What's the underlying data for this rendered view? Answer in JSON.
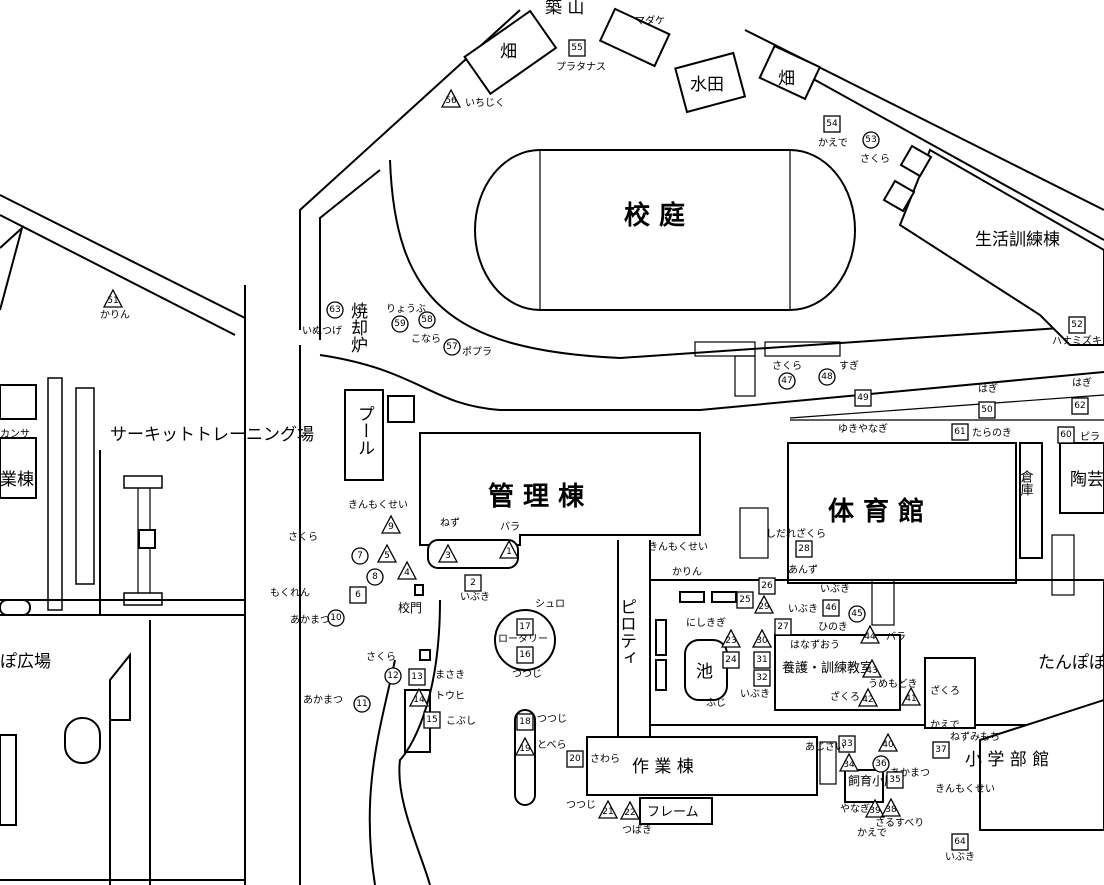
{
  "areas": {
    "hill": "築 山",
    "field1": "畑",
    "field2": "畑",
    "paddy": "水田",
    "schoolyard": "校 庭",
    "training_bldg": "生活訓練棟",
    "incinerator": "焼却炉",
    "pool": "プール",
    "admin_bldg": "管 理 棟",
    "gym": "体 育 館",
    "storehouse": "倉庫",
    "pottery": "陶芸",
    "piloti": "ピロティ",
    "pond": "池",
    "nursing_room": "養護・訓練教室",
    "workshop": "作 業 棟",
    "frame": "フレーム",
    "hutch": "飼育小屋",
    "elementary": "小 学 部 館",
    "rice_field": "たんぽぽ",
    "rotary": "ロータリー",
    "gate": "校門",
    "circuit": "サーキットトレーニング場",
    "plaza": "ぽ広場",
    "left_bldg": "業棟",
    "left_label": "カンサ"
  },
  "trees": [
    {
      "no": "55",
      "shape": "square",
      "name": "プラタナス"
    },
    {
      "no": "56",
      "shape": "triangle",
      "name": "いちじく"
    },
    {
      "no": "54",
      "shape": "square",
      "name": "かえで"
    },
    {
      "no": "53",
      "shape": "circle",
      "name": "さくら"
    },
    {
      "no": "52",
      "shape": "square",
      "name": "ハナミズキ"
    },
    {
      "no": "51",
      "shape": "triangle",
      "name": "かりん"
    },
    {
      "no": "63",
      "shape": "circle",
      "name": "いぬつげ"
    },
    {
      "no": "59",
      "shape": "circle",
      "name": "りょうぶ"
    },
    {
      "no": "58",
      "shape": "circle",
      "name": "こなら"
    },
    {
      "no": "57",
      "shape": "circle",
      "name": "ポプラ"
    },
    {
      "no": "47",
      "shape": "circle",
      "name": "さくら"
    },
    {
      "no": "48",
      "shape": "circle",
      "name": "すぎ"
    },
    {
      "no": "49",
      "shape": "square",
      "name": "ゆきやなぎ"
    },
    {
      "no": "50",
      "shape": "square",
      "name": "はぎ"
    },
    {
      "no": "61",
      "shape": "square",
      "name": "たらのき"
    },
    {
      "no": "62",
      "shape": "square",
      "name": "はぎ"
    },
    {
      "no": "60",
      "shape": "square",
      "name": "ピラ"
    },
    {
      "no": "9",
      "shape": "triangle",
      "name": "きんもくせい"
    },
    {
      "no": "7",
      "shape": "circle",
      "name": "さくら"
    },
    {
      "no": "5",
      "shape": "triangle",
      "name": ""
    },
    {
      "no": "8",
      "shape": "circle",
      "name": ""
    },
    {
      "no": "4",
      "shape": "triangle",
      "name": ""
    },
    {
      "no": "6",
      "shape": "square",
      "name": "もくれん"
    },
    {
      "no": "10",
      "shape": "circle",
      "name": "あかまつ"
    },
    {
      "no": "3",
      "shape": "triangle",
      "name": "ねず"
    },
    {
      "no": "1",
      "shape": "triangle",
      "name": "バラ"
    },
    {
      "no": "2",
      "shape": "square",
      "name": "いぶき"
    },
    {
      "no": "17",
      "shape": "square",
      "name": "シュロ"
    },
    {
      "no": "16",
      "shape": "square",
      "name": "つつじ"
    },
    {
      "no": "12",
      "shape": "circle",
      "name": "さくら"
    },
    {
      "no": "13",
      "shape": "square",
      "name": "まさき"
    },
    {
      "no": "14",
      "shape": "triangle",
      "name": "トウヒ"
    },
    {
      "no": "15",
      "shape": "square",
      "name": "こぶし"
    },
    {
      "no": "11",
      "shape": "circle",
      "name": "あかまつ"
    },
    {
      "no": "18",
      "shape": "square",
      "name": "つつじ"
    },
    {
      "no": "19",
      "shape": "triangle",
      "name": "とべら"
    },
    {
      "no": "20",
      "shape": "square",
      "name": "さわら"
    },
    {
      "no": "21",
      "shape": "triangle",
      "name": "つつじ"
    },
    {
      "no": "22",
      "shape": "triangle",
      "name": "つばき"
    },
    {
      "no": "23",
      "shape": "triangle",
      "name": "にしきぎ"
    },
    {
      "no": "24",
      "shape": "square",
      "name": "ふじ"
    },
    {
      "no": "25",
      "shape": "square",
      "name": "かりん"
    },
    {
      "no": "26",
      "shape": "square",
      "name": "きんもくせい"
    },
    {
      "no": "29",
      "shape": "triangle",
      "name": "あんず"
    },
    {
      "no": "28",
      "shape": "square",
      "name": "しだれざくら"
    },
    {
      "no": "27",
      "shape": "square",
      "name": "いぶき"
    },
    {
      "no": "46",
      "shape": "square",
      "name": "いぶき"
    },
    {
      "no": "45",
      "shape": "circle",
      "name": "ひのき"
    },
    {
      "no": "44",
      "shape": "triangle",
      "name": "バラ"
    },
    {
      "no": "30",
      "shape": "triangle",
      "name": "はなずおう"
    },
    {
      "no": "31",
      "shape": "square",
      "name": ""
    },
    {
      "no": "32",
      "shape": "square",
      "name": "いぶき"
    },
    {
      "no": "43",
      "shape": "triangle",
      "name": "うめもどき"
    },
    {
      "no": "42",
      "shape": "triangle",
      "name": "ざくろ"
    },
    {
      "no": "41",
      "shape": "triangle",
      "name": "ざくろ"
    },
    {
      "no": "33",
      "shape": "square",
      "name": "あじさい"
    },
    {
      "no": "40",
      "shape": "triangle",
      "name": "かえで"
    },
    {
      "no": "37",
      "shape": "square",
      "name": "ねずみもち"
    },
    {
      "no": "34",
      "shape": "triangle",
      "name": "やなぎ"
    },
    {
      "no": "36",
      "shape": "circle",
      "name": "あかまつ"
    },
    {
      "no": "35",
      "shape": "square",
      "name": "きんもくせい"
    },
    {
      "no": "39",
      "shape": "triangle",
      "name": "かえで"
    },
    {
      "no": "38",
      "shape": "triangle",
      "name": "さるすべり"
    },
    {
      "no": "64",
      "shape": "square",
      "name": "いぶき"
    }
  ],
  "extra_labels": {
    "moku": "もくれん",
    "ibuki": "いぶき",
    "madake": "マダケ",
    "nishikigi": "にしきぎ",
    "kaede": "かえで",
    "gate_ibuki": "いぶき"
  }
}
